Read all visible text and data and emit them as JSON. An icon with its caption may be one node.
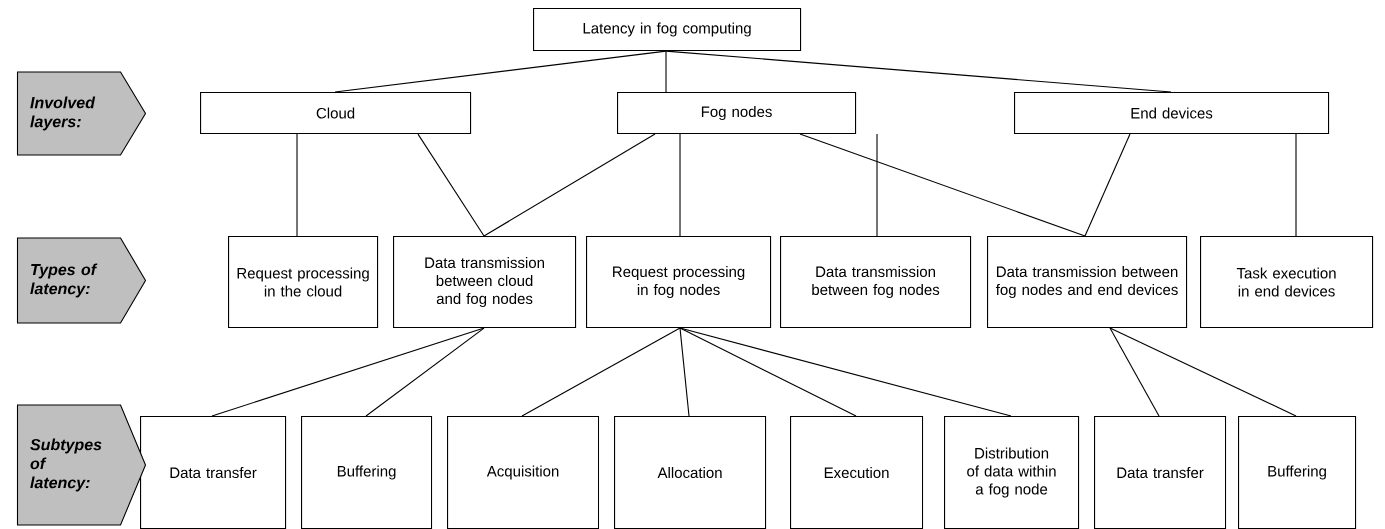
{
  "diagram": {
    "nodes": [
      {
        "text": [
          "Latency in fog computing"
        ]
      },
      {
        "text": [
          "Cloud"
        ]
      },
      {
        "text": [
          "Fog nodes"
        ]
      },
      {
        "text": [
          "End devices"
        ]
      },
      {
        "text": [
          "Request processing in the cloud"
        ]
      },
      {
        "text": [
          "Data transmission between cloud and fog nodes"
        ]
      },
      {
        "text": [
          "Request processing in fog nodes"
        ]
      },
      {
        "text": [
          "Data transmission between fog nodes"
        ]
      },
      {
        "text": [
          "Data transmission between fog nodes and end devices"
        ]
      },
      {
        "text": [
          "Task execution in end devices"
        ]
      },
      {
        "text": [
          "Data transfer"
        ]
      },
      {
        "text": [
          "Buffering"
        ]
      },
      {
        "text": [
          "Acquisition"
        ]
      },
      {
        "text": [
          "Allocation"
        ]
      },
      {
        "text": [
          "Execution"
        ]
      },
      {
        "text": [
          "Distribution of data within a fog node"
        ]
      },
      {
        "text": [
          "Data transfer"
        ]
      },
      {
        "text": [
          "Buffering"
        ]
      },
      {
        "text": [
          "Involved layers:"
        ]
      },
      {
        "text": [
          "Types of latency:"
        ]
      },
      {
        "text": [
          "Subtypes of latency:"
        ]
      }
    ],
    "edges": [
      {
        "from": 0,
        "to": 1,
        "arrow": "none"
      },
      {
        "from": 0,
        "to": 2,
        "arrow": "none"
      },
      {
        "from": 0,
        "to": 3,
        "arrow": "none"
      },
      {
        "from": 1,
        "to": 4,
        "arrow": "none"
      },
      {
        "from": 1,
        "to": 5,
        "arrow": "none"
      },
      {
        "from": 2,
        "to": 5,
        "arrow": "none"
      },
      {
        "from": 2,
        "to": 6,
        "arrow": "none"
      },
      {
        "from": 2,
        "to": 7,
        "arrow": "none"
      },
      {
        "from": 2,
        "to": 8,
        "arrow": "none"
      },
      {
        "from": 3,
        "to": 8,
        "arrow": "none"
      },
      {
        "from": 3,
        "to": 9,
        "arrow": "none"
      },
      {
        "from": 5,
        "to": 10,
        "arrow": "none"
      },
      {
        "from": 5,
        "to": 11,
        "arrow": "none"
      },
      {
        "from": 6,
        "to": 12,
        "arrow": "none"
      },
      {
        "from": 6,
        "to": 13,
        "arrow": "none"
      },
      {
        "from": 6,
        "to": 14,
        "arrow": "none"
      },
      {
        "from": 6,
        "to": 15,
        "arrow": "none"
      },
      {
        "from": 8,
        "to": 16,
        "arrow": "none"
      },
      {
        "from": 8,
        "to": 17,
        "arrow": "none"
      }
    ]
  }
}
